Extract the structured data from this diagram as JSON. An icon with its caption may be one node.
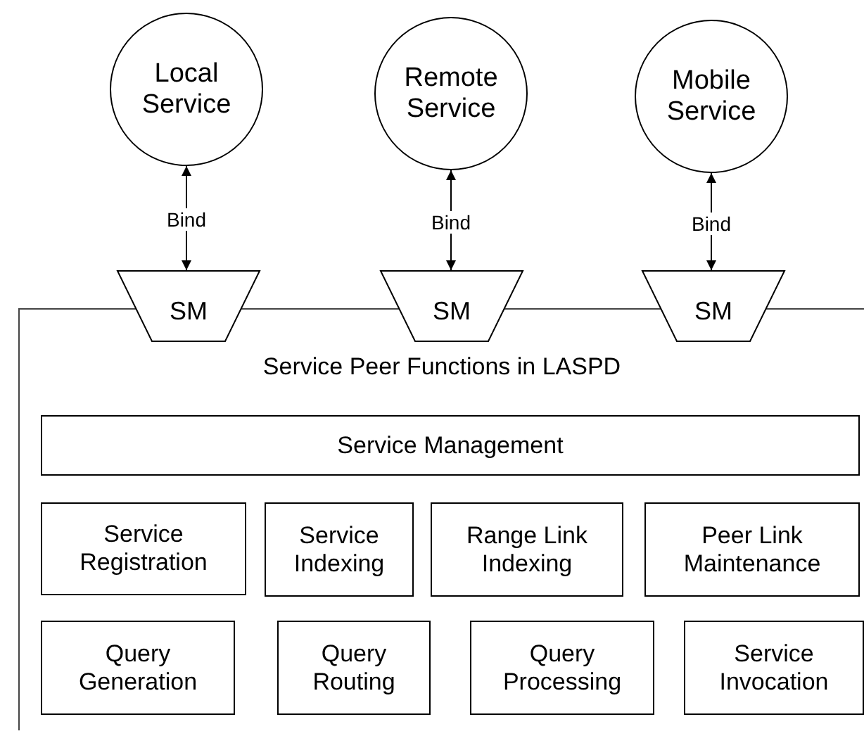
{
  "diagram": {
    "nodes": [
      {
        "text": [
          "Local Service"
        ]
      },
      {
        "text": [
          "Remote Service"
        ]
      },
      {
        "text": [
          "Mobile Service"
        ]
      },
      {
        "text": [
          "SM"
        ]
      },
      {
        "text": [
          "SM"
        ]
      },
      {
        "text": [
          "SM"
        ]
      },
      {
        "text": [
          "Service Peer Functions in LASPD"
        ]
      },
      {
        "text": [
          "Service Management"
        ],
        "in": 6
      },
      {
        "text": [
          "Service Registration"
        ],
        "in": 6
      },
      {
        "text": [
          "Service Indexing"
        ],
        "in": 6
      },
      {
        "text": [
          "Range Link Indexing"
        ],
        "in": 6
      },
      {
        "text": [
          "Peer Link Maintenance"
        ],
        "in": 6
      },
      {
        "text": [
          "Query Generation"
        ],
        "in": 6
      },
      {
        "text": [
          "Query Routing"
        ],
        "in": 6
      },
      {
        "text": [
          "Query Processing"
        ],
        "in": 6
      },
      {
        "text": [
          "Service Invocation"
        ],
        "in": 6
      }
    ],
    "edges": [
      {
        "from": 0,
        "to": 3,
        "arrow": "both",
        "label": "Bind"
      },
      {
        "from": 1,
        "to": 4,
        "arrow": "both",
        "label": "Bind"
      },
      {
        "from": 2,
        "to": 5,
        "arrow": "both",
        "label": "Bind"
      }
    ]
  }
}
